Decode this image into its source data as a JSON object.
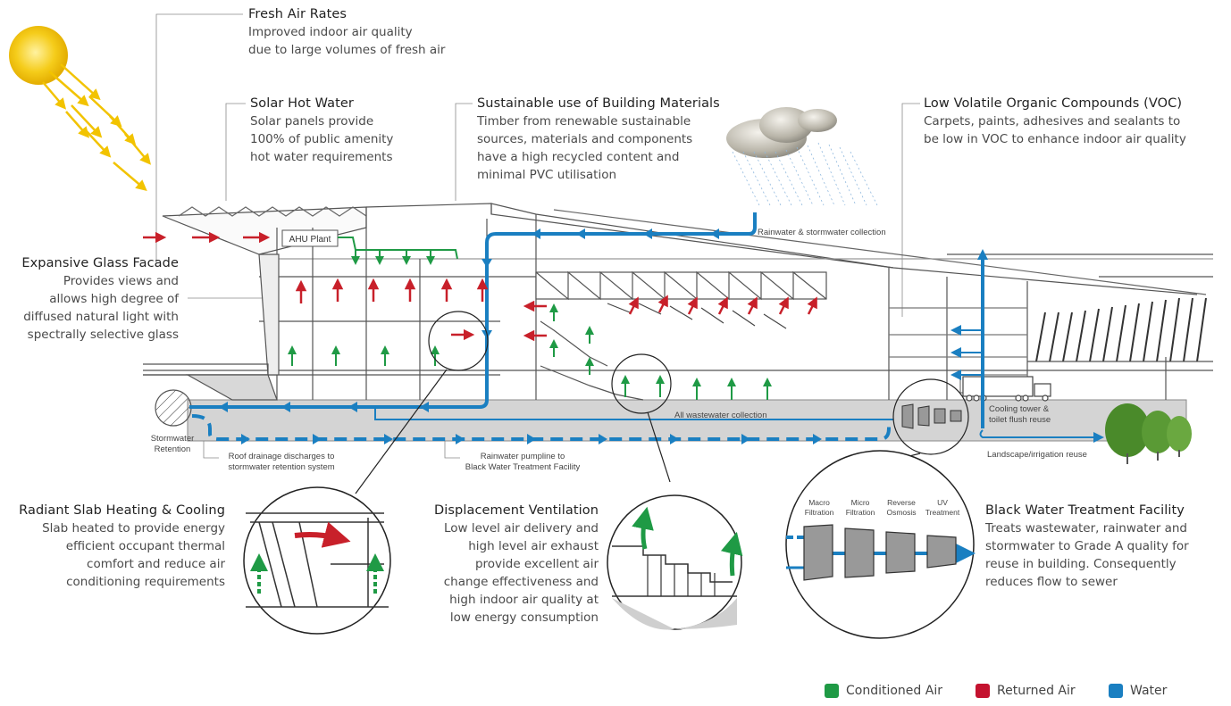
{
  "callouts": {
    "fresh_air": {
      "title": "Fresh Air Rates",
      "lines": [
        "Improved indoor air quality",
        "due to large volumes of fresh air"
      ]
    },
    "solar_hot_water": {
      "title": "Solar Hot Water",
      "lines": [
        "Solar panels provide",
        "100% of public amenity",
        "hot water requirements"
      ]
    },
    "materials": {
      "title": "Sustainable use of Building Materials",
      "lines": [
        "Timber from renewable sustainable",
        "sources, materials and components",
        "have a high recycled content and",
        "minimal PVC utilisation"
      ]
    },
    "voc": {
      "title": "Low Volatile Organic Compounds (VOC)",
      "lines": [
        "Carpets, paints, adhesives and sealants to",
        "be low in VOC to enhance indoor air quality"
      ]
    },
    "glass_facade": {
      "title": "Expansive Glass Facade",
      "lines": [
        "Provides views and",
        "allows high degree of",
        "diffused natural light with",
        "spectrally selective glass"
      ]
    },
    "radiant_slab": {
      "title": "Radiant Slab Heating & Cooling",
      "lines": [
        "Slab heated to provide energy",
        "efficient occupant thermal",
        "comfort and reduce air",
        "conditioning requirements"
      ]
    },
    "displacement": {
      "title": "Displacement Ventilation",
      "lines": [
        "Low level air delivery and",
        "high level air exhaust",
        "provide excellent air",
        "change effectiveness and",
        "high indoor air quality at",
        "low energy consumption"
      ]
    },
    "black_water": {
      "title": "Black Water Treatment Facility",
      "lines": [
        "Treats wastewater, rainwater and",
        "stormwater to Grade A quality for",
        "reuse in building. Consequently",
        "reduces flow to sewer"
      ]
    }
  },
  "diagram_labels": {
    "ahu_plant": "AHU Plant",
    "rainwater_collection": "Rainwater & stormwater collection",
    "wastewater_collection": "All wastewater collection",
    "cooling_tower": [
      "Cooling tower &",
      "toilet flush reuse"
    ],
    "landscape": "Landscape/irrigation reuse",
    "stormwater_retention": [
      "Stormwater",
      "Retention"
    ],
    "roof_drainage": [
      "Roof drainage discharges to",
      "stormwater retention system"
    ],
    "rainwater_pumpline": [
      "Rainwater pumpline to",
      "Black Water Treatment Facility"
    ]
  },
  "treatment_stages": [
    [
      "Macro",
      "Filtration"
    ],
    [
      "Micro",
      "Filtration"
    ],
    [
      "Reverse",
      "Osmosis"
    ],
    [
      "UV",
      "Treatment"
    ]
  ],
  "legend": [
    {
      "label": "Conditioned Air",
      "color": "#1f9a45"
    },
    {
      "label": "Returned Air",
      "color": "#c4122f"
    },
    {
      "label": "Water",
      "color": "#1a7fc1"
    }
  ],
  "colors": {
    "conditioned_air": "#1f9a45",
    "returned_air": "#c8202a",
    "water": "#1a7fc1",
    "sun": "#f2c300",
    "structure": "#555555",
    "ground": "#d4d4d4"
  }
}
